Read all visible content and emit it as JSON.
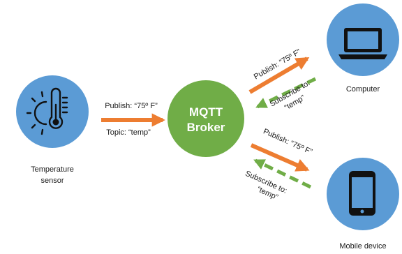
{
  "nodes": {
    "sensor": {
      "label_line1": "Temperature",
      "label_line2": "sensor",
      "color": "#5b9bd5"
    },
    "broker": {
      "line1": "MQTT",
      "line2": "Broker",
      "color": "#70ad47"
    },
    "computer": {
      "label": "Computer",
      "color": "#5b9bd5"
    },
    "mobile": {
      "label": "Mobile device",
      "color": "#5b9bd5"
    }
  },
  "edges": {
    "sensor_to_broker": {
      "publish": "Publish: “75º F”",
      "topic": "Topic: “temp”",
      "color": "#ed7d31"
    },
    "broker_to_computer": {
      "publish": "Publish: “75º F”",
      "color": "#ed7d31"
    },
    "computer_subscribe": {
      "line1": "Subscribe to:",
      "line2": "“temp”",
      "color": "#70ad47"
    },
    "broker_to_mobile": {
      "publish": "Publish: “75º F”",
      "color": "#ed7d31"
    },
    "mobile_subscribe": {
      "line1": "Subscribe to:",
      "line2": "“temp”",
      "color": "#70ad47"
    }
  },
  "icons": [
    "thermometer-sun-icon",
    "laptop-icon",
    "smartphone-icon"
  ]
}
